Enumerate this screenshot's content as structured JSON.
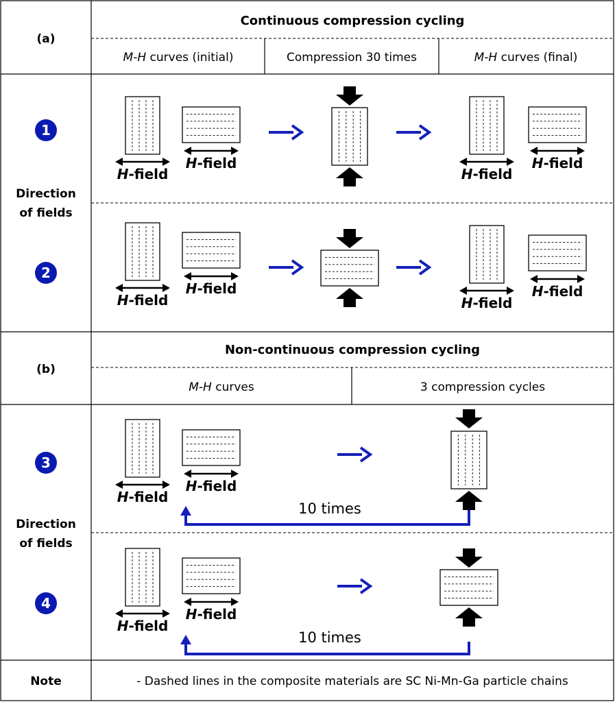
{
  "section_a": {
    "label": "(a)",
    "title": "Continuous compression cycling",
    "col1": {
      "italic": "M-H",
      "rest": " curves (initial)"
    },
    "col2": "Compression 30 times",
    "col3": {
      "italic": "M-H",
      "rest": " curves (final)"
    }
  },
  "section_b": {
    "label": "(b)",
    "title": "Non-continuous compression cycling",
    "col1": {
      "italic": "M-H",
      "rest": " curves"
    },
    "col2": "3 compression cycles"
  },
  "direction_label": {
    "line1": "Direction",
    "line2": "of fields"
  },
  "rows": [
    {
      "number": "1",
      "compression_orientation": "vertical"
    },
    {
      "number": "2",
      "compression_orientation": "horizontal"
    },
    {
      "number": "3",
      "compression_orientation": "vertical"
    },
    {
      "number": "4",
      "compression_orientation": "horizontal"
    }
  ],
  "field_label": {
    "italic": "H",
    "rest": "-field"
  },
  "loop_label": "10 times",
  "note": {
    "label": "Note",
    "text": "- Dashed lines in the composite materials are SC Ni-Mn-Ga particle chains"
  },
  "colors": {
    "arrow_blue": "#1520b8",
    "number_circle": "#0a1ab0"
  }
}
